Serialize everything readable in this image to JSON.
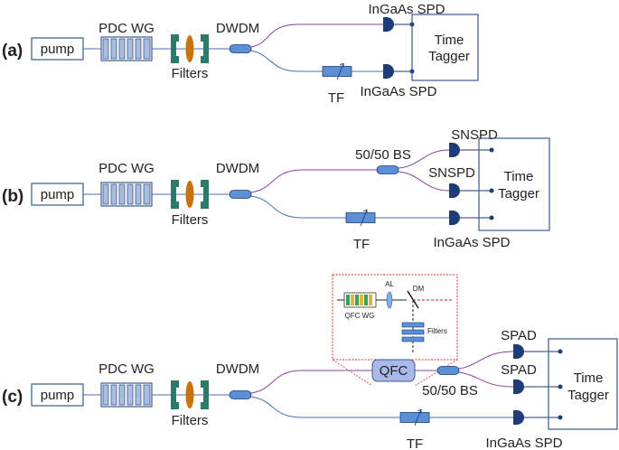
{
  "colors": {
    "box_stroke": "#3a5b8c",
    "fiber_upper": "#8a3fa0",
    "fiber_lower": "#4a6fb5",
    "component_blue": "#5b8fd6",
    "filter_green": "#2b7a6a",
    "lens_orange": "#c8720c",
    "detector_navy": "#1f3b78",
    "qfc_fill": "#a9b8e6",
    "inset_border": "#e03030"
  },
  "icons": [
    "waveguide-icon",
    "filter-block-icon",
    "lens-icon",
    "dwdm-coupler-icon",
    "detector-icon",
    "tunable-filter-icon",
    "splitter-icon",
    "dichroic-mirror-icon"
  ],
  "panels": [
    {
      "id": "(a)",
      "pump": "pump",
      "pdc_wg": "PDC WG",
      "filters": "Filters",
      "dwdm": "DWDM",
      "tf": "TF",
      "det_upper": "InGaAs SPD",
      "det_lower": "InGaAs SPD",
      "tagger_line1": "Time",
      "tagger_line2": "Tagger"
    },
    {
      "id": "(b)",
      "pump": "pump",
      "pdc_wg": "PDC WG",
      "filters": "Filters",
      "dwdm": "DWDM",
      "bs": "50/50 BS",
      "tf": "TF",
      "det_upper_1": "SNSPD",
      "det_upper_2": "SNSPD",
      "det_lower": "InGaAs SPD",
      "tagger_line1": "Time",
      "tagger_line2": "Tagger"
    },
    {
      "id": "(c)",
      "pump": "pump",
      "pdc_wg": "PDC WG",
      "filters": "Filters",
      "dwdm": "DWDM",
      "qfc": "QFC",
      "bs": "50/50 BS",
      "tf": "TF",
      "det_upper_1": "SPAD",
      "det_upper_2": "SPAD",
      "det_lower": "InGaAs SPD",
      "tagger_line1": "Time",
      "tagger_line2": "Tagger",
      "inset": {
        "qfc_wg": "QFC WG",
        "al": "AL",
        "dm": "DM",
        "filters": "Filters"
      }
    }
  ]
}
